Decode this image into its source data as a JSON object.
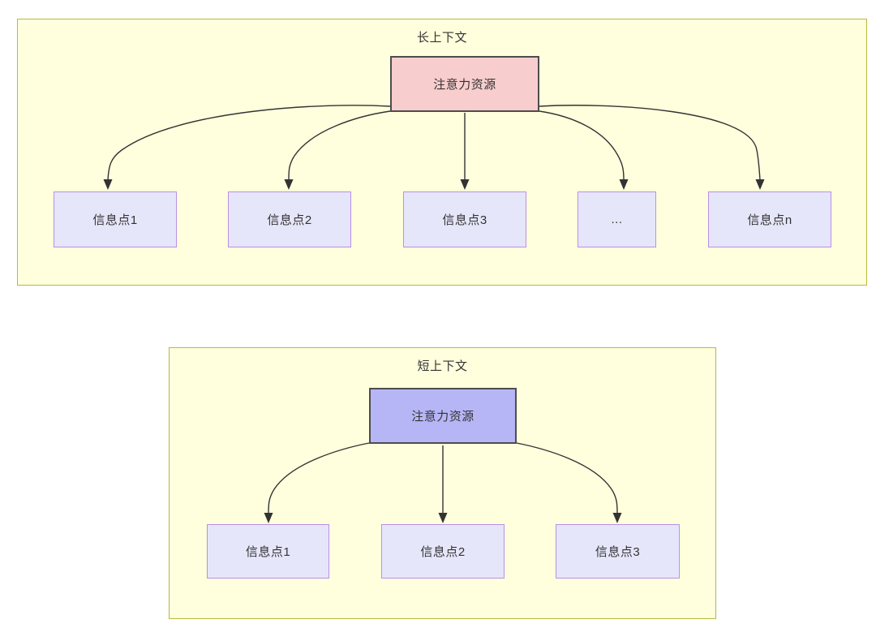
{
  "diagram": {
    "title_long": "长上下文",
    "title_short": "短上下文",
    "colors": {
      "container_fill": "#ffffdd",
      "container_stroke": "#b5ba3c",
      "attention_long_fill": "#f8cdcd",
      "attention_short_fill": "#b6b6f7",
      "node_stroke_dark": "#4d4d4d",
      "info_fill": "#e6e6fb",
      "info_stroke": "#b98fe6",
      "edge_stroke": "#333333",
      "text": "#333333"
    }
  },
  "long_context": {
    "title": "长上下文",
    "attention_node": {
      "label": "注意力资源"
    },
    "info_nodes": [
      {
        "label": "信息点1"
      },
      {
        "label": "信息点2"
      },
      {
        "label": "信息点3"
      },
      {
        "label": "..."
      },
      {
        "label": "信息点n"
      }
    ]
  },
  "short_context": {
    "title": "短上下文",
    "attention_node": {
      "label": "注意力资源"
    },
    "info_nodes": [
      {
        "label": "信息点1"
      },
      {
        "label": "信息点2"
      },
      {
        "label": "信息点3"
      }
    ]
  }
}
